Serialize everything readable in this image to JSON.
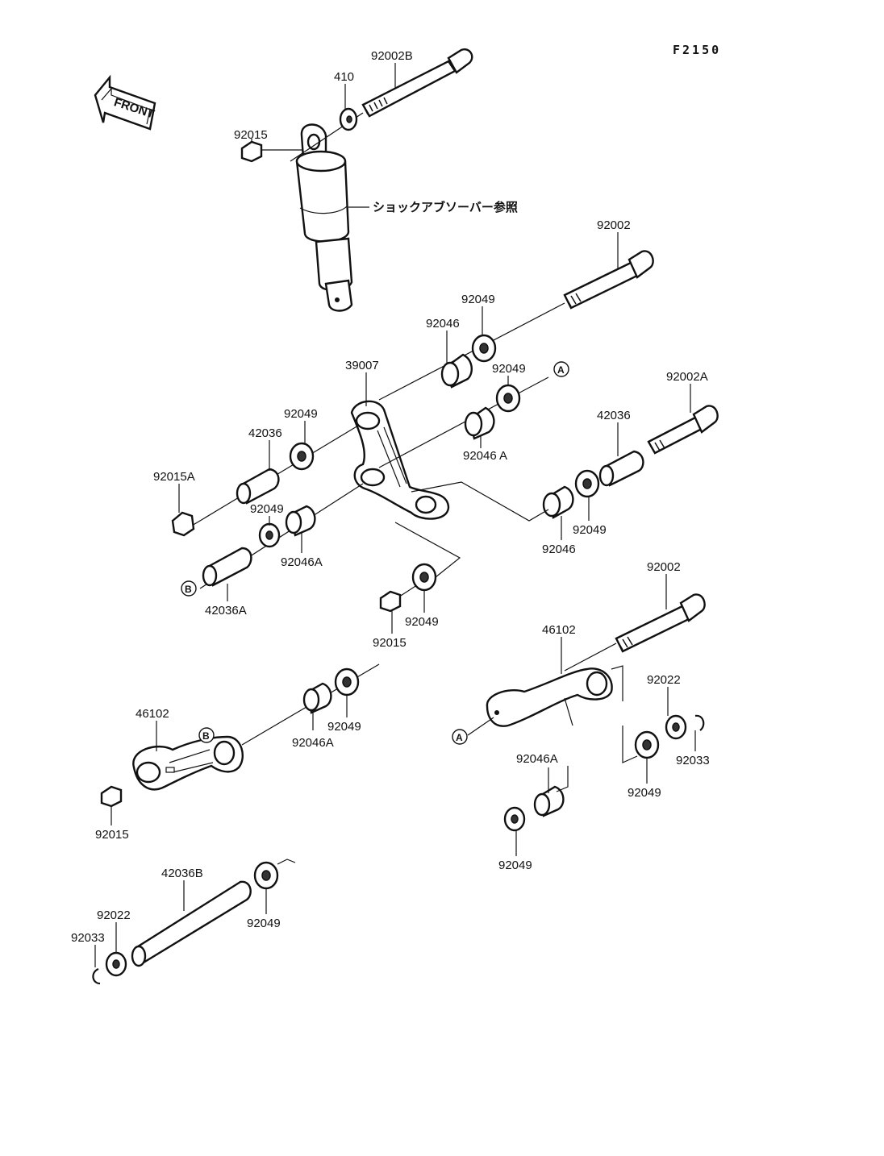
{
  "figure_code": "F2150",
  "front_label": "FRONT",
  "shock_note": "ショックアブソーバー参照",
  "callouts": [
    {
      "id": "c1",
      "text": "92002B"
    },
    {
      "id": "c2",
      "text": "410"
    },
    {
      "id": "c3",
      "text": "92015"
    },
    {
      "id": "c4",
      "text": "92002"
    },
    {
      "id": "c5",
      "text": "92049"
    },
    {
      "id": "c6",
      "text": "92046"
    },
    {
      "id": "c7",
      "text": "39007"
    },
    {
      "id": "c8",
      "text": "92049"
    },
    {
      "id": "c9",
      "text": "92002A"
    },
    {
      "id": "c10",
      "text": "92049"
    },
    {
      "id": "c11",
      "text": "42036"
    },
    {
      "id": "c12",
      "text": "42036"
    },
    {
      "id": "c13",
      "text": "92046 A"
    },
    {
      "id": "c14",
      "text": "92015A"
    },
    {
      "id": "c15",
      "text": "92049"
    },
    {
      "id": "c16",
      "text": "92046A"
    },
    {
      "id": "c17",
      "text": "92049"
    },
    {
      "id": "c18",
      "text": "92046"
    },
    {
      "id": "c19",
      "text": "42036A"
    },
    {
      "id": "c20",
      "text": "92049"
    },
    {
      "id": "c21",
      "text": "92015"
    },
    {
      "id": "c22",
      "text": "92002"
    },
    {
      "id": "c23",
      "text": "46102"
    },
    {
      "id": "c24",
      "text": "92022"
    },
    {
      "id": "c25",
      "text": "92033"
    },
    {
      "id": "c26",
      "text": "92049"
    },
    {
      "id": "c27",
      "text": "46102"
    },
    {
      "id": "c28",
      "text": "92049"
    },
    {
      "id": "c29",
      "text": "92046A"
    },
    {
      "id": "c30",
      "text": "92046A"
    },
    {
      "id": "c31",
      "text": "92015"
    },
    {
      "id": "c32",
      "text": "92049"
    },
    {
      "id": "c33",
      "text": "42036B"
    },
    {
      "id": "c34",
      "text": "92022"
    },
    {
      "id": "c35",
      "text": "92033"
    },
    {
      "id": "c36",
      "text": "92049"
    }
  ],
  "markers": {
    "a": "A",
    "b": "B"
  }
}
